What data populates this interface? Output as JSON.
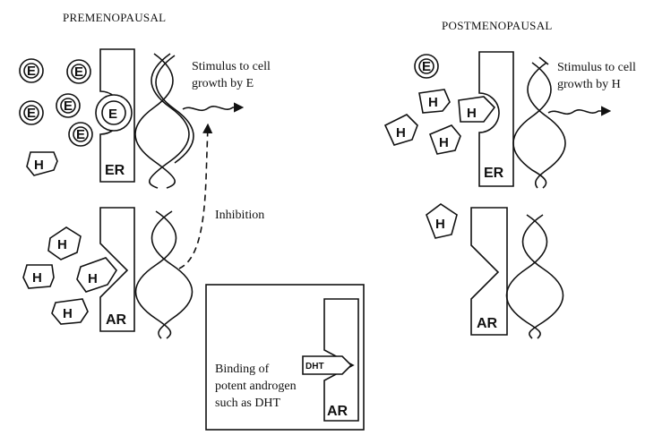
{
  "panels": {
    "pre": {
      "title": "PREMENOPAUSAL",
      "er_label": "ER",
      "ar_label": "AR",
      "stimulus_line1": "Stimulus to cell",
      "stimulus_line2": "growth by E",
      "inhibition": "Inhibition",
      "estrogen_glyph": "E",
      "androgen_glyph": "H"
    },
    "post": {
      "title": "POSTMENOPAUSAL",
      "er_label": "ER",
      "ar_label": "AR",
      "stimulus_line1": "Stimulus to cell",
      "stimulus_line2": "growth by H",
      "androgen_glyph": "H",
      "estrogen_glyph": "E"
    },
    "inset": {
      "line1": "Binding of",
      "line2": "potent androgen",
      "line3": "such as DHT",
      "ligand": "DHT",
      "receptor": "AR"
    }
  }
}
